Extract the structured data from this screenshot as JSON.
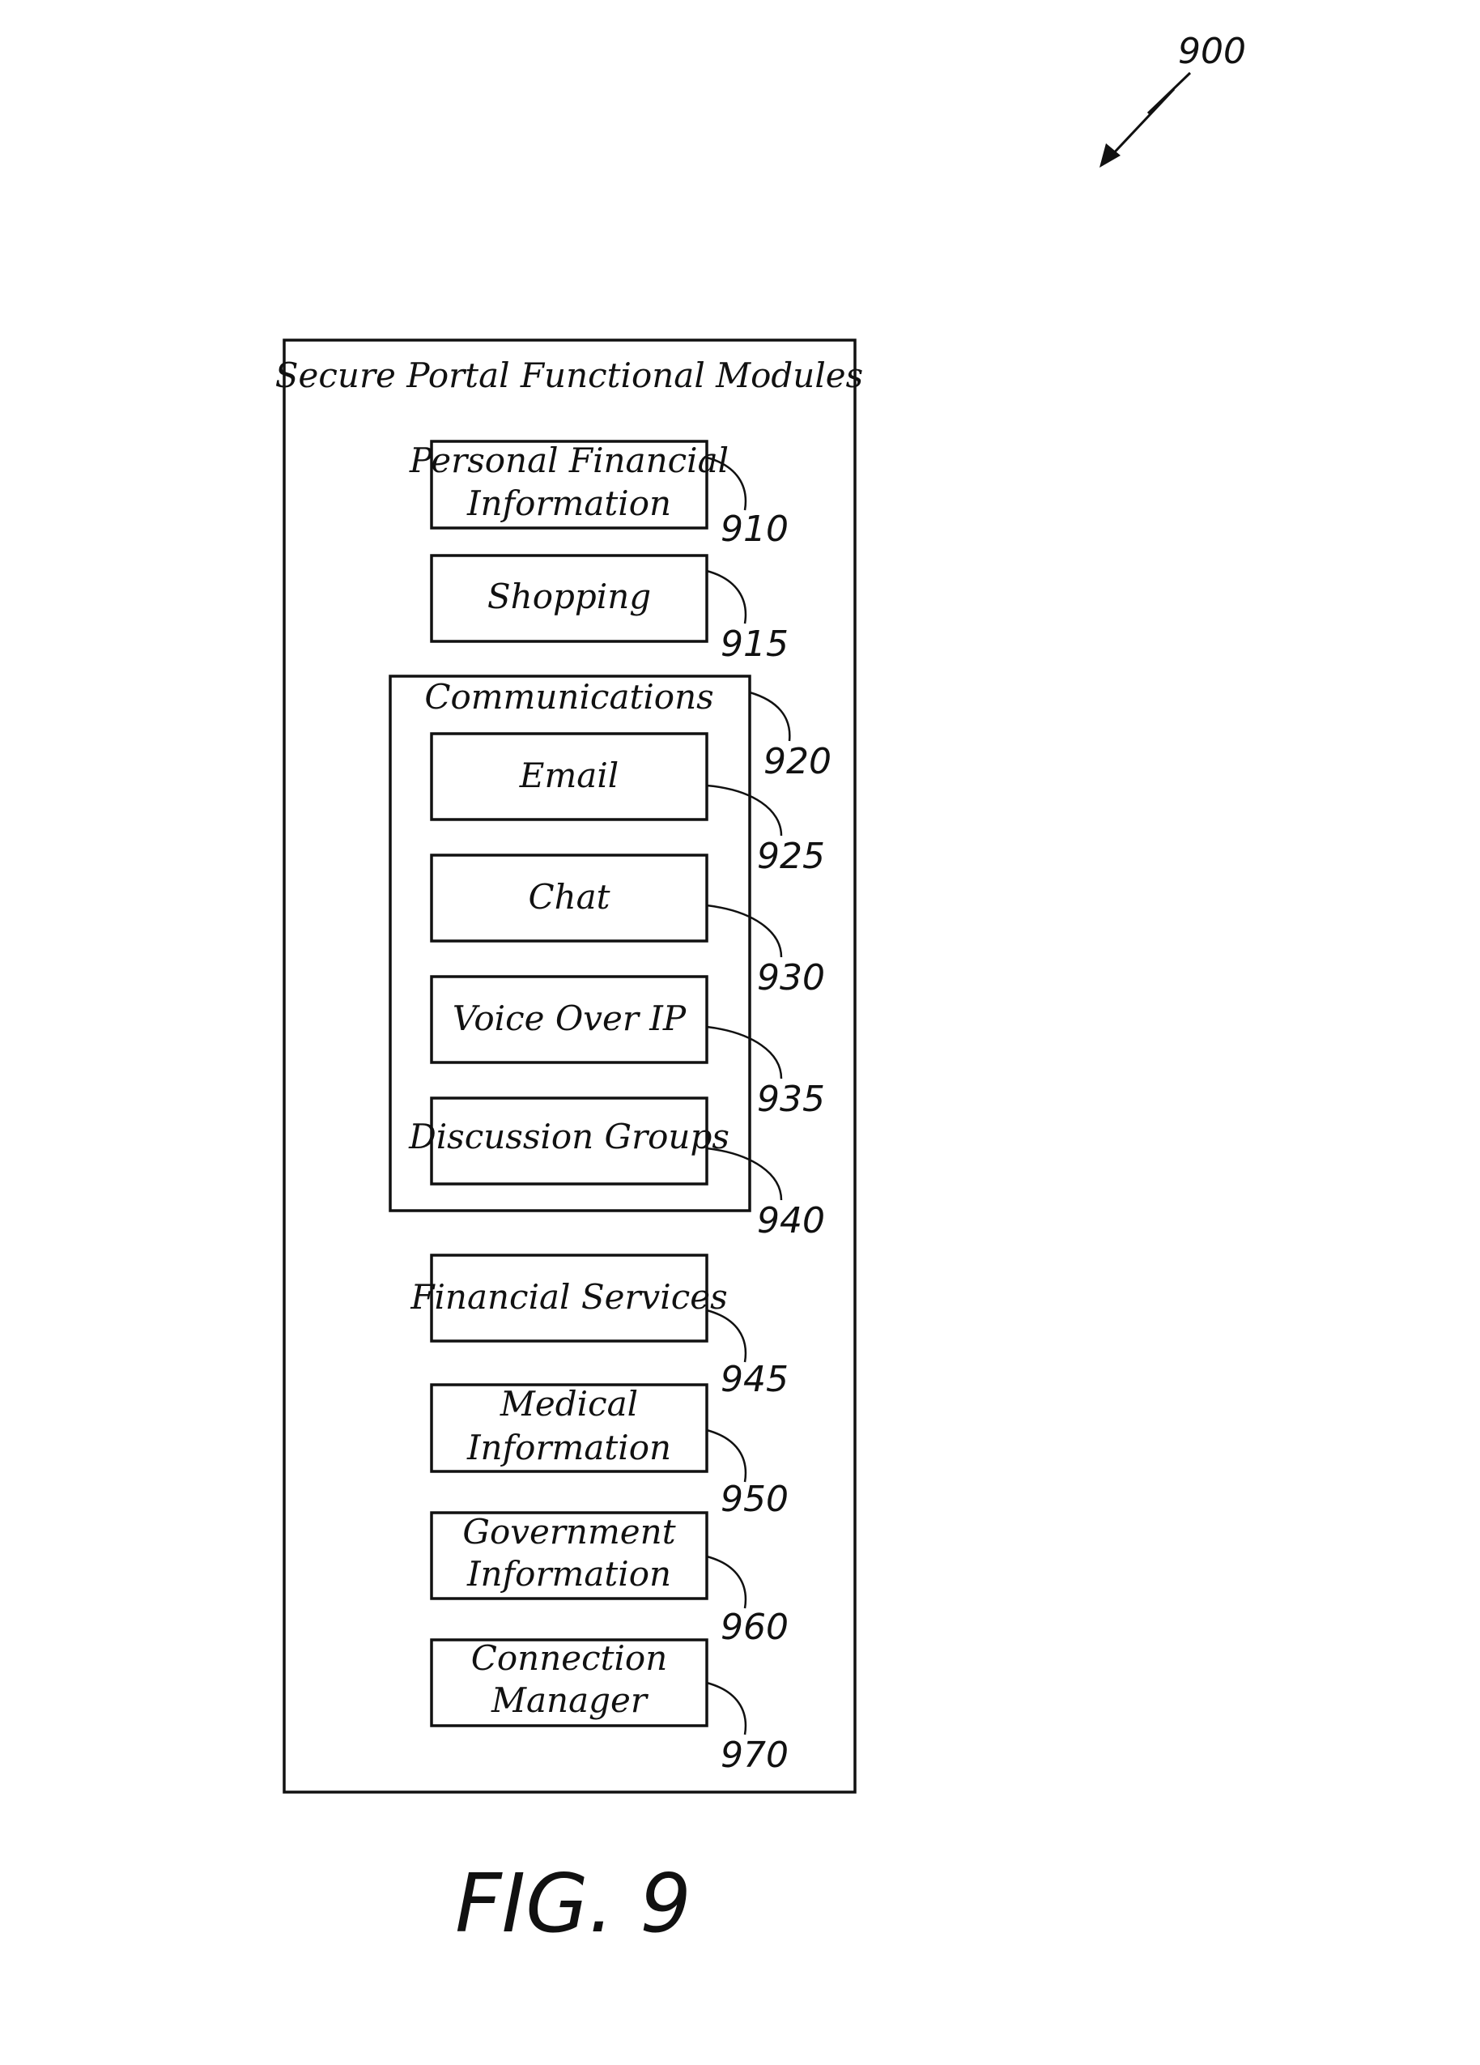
{
  "figure_ref": "900",
  "title": "Secure Portal Functional Modules",
  "modules_top": [
    {
      "lines": [
        "Personal Financial",
        "Information"
      ],
      "ref": "910"
    },
    {
      "lines": [
        "Shopping"
      ],
      "ref": "915"
    }
  ],
  "communications": {
    "title": "Communications",
    "ref": "920",
    "items": [
      {
        "lines": [
          "Email"
        ],
        "ref": "925"
      },
      {
        "lines": [
          "Chat"
        ],
        "ref": "930"
      },
      {
        "lines": [
          "Voice Over IP"
        ],
        "ref": "935"
      },
      {
        "lines": [
          "Discussion Groups"
        ],
        "ref": "940"
      }
    ]
  },
  "modules_bottom": [
    {
      "lines": [
        "Financial Services"
      ],
      "ref": "945"
    },
    {
      "lines": [
        "Medical",
        "Information"
      ],
      "ref": "950"
    },
    {
      "lines": [
        "Government",
        "Information"
      ],
      "ref": "960"
    },
    {
      "lines": [
        "Connection",
        "Manager"
      ],
      "ref": "970"
    }
  ],
  "caption": "FIG. 9"
}
